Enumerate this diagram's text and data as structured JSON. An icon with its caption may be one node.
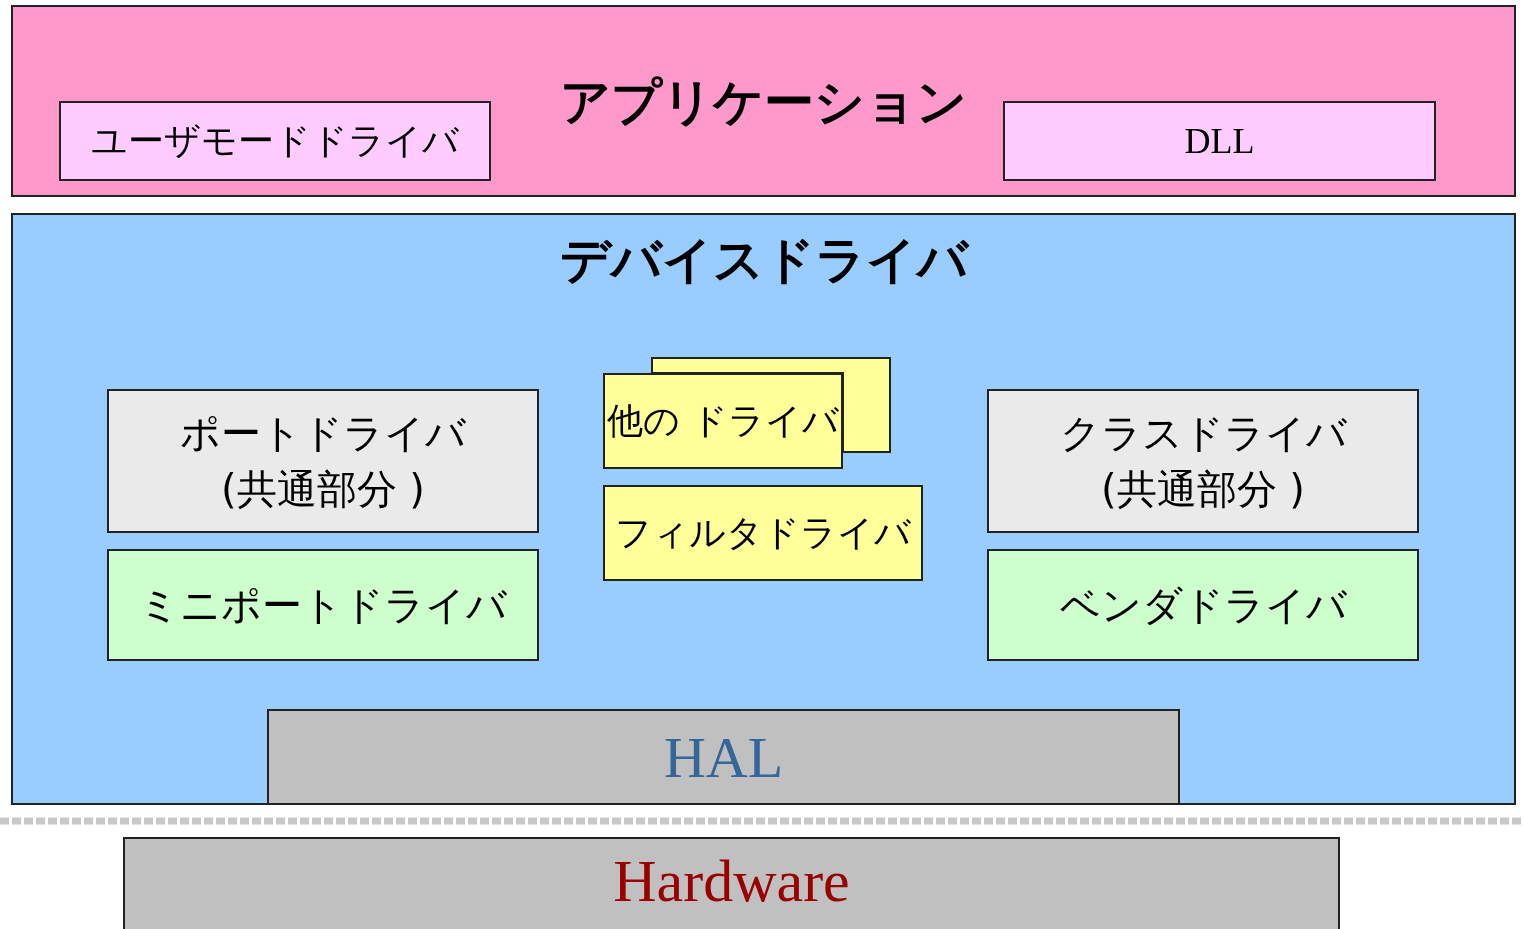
{
  "diagram": {
    "nodes": [
      {
        "text": [
          "アプリケーション"
        ]
      },
      {
        "text": [
          "ユーザモードドライバ"
        ],
        "in": 0
      },
      {
        "text": [
          "DLL"
        ],
        "in": 0
      },
      {
        "text": [
          "デバイスドライバ"
        ]
      },
      {
        "text": [
          "ポートドライバ",
          "(共通部分 )"
        ],
        "in": 3
      },
      {
        "text": [
          "ミニポートドライバ"
        ],
        "in": 3
      },
      {
        "text": [],
        "shape": "box",
        "in": 3
      },
      {
        "text": [
          "他の ドライバ"
        ],
        "in": 3
      },
      {
        "text": [
          "フィルタドライバ"
        ],
        "in": 3
      },
      {
        "text": [
          "クラスドライバ",
          "(共通部分 )"
        ],
        "in": 3
      },
      {
        "text": [
          "ベンダドライバ"
        ],
        "in": 3
      },
      {
        "text": [
          "HAL"
        ],
        "in": 3
      },
      {
        "text": [
          "Hardware"
        ]
      }
    ]
  }
}
